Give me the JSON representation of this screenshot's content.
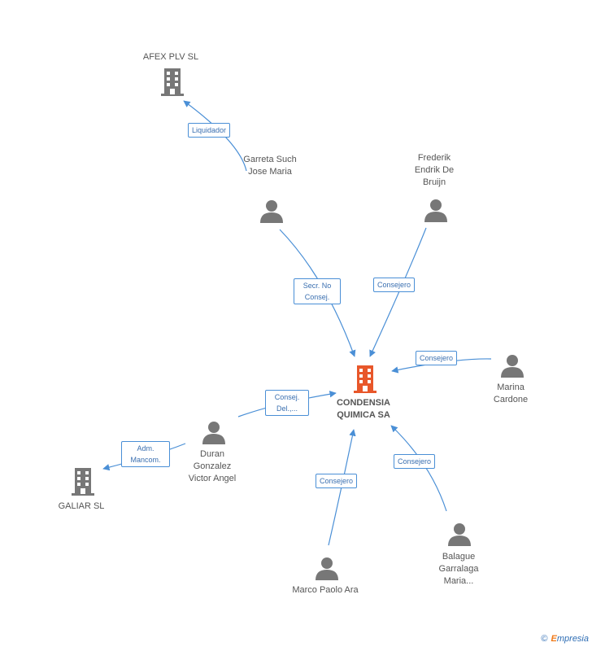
{
  "nodes": {
    "center": {
      "label": "CONDENSIA QUIMICA SA",
      "color": "#e8572a"
    },
    "afex": {
      "label": "AFEX PLV SL"
    },
    "galiar": {
      "label": "GALIAR SL"
    },
    "garreta": {
      "label": "Garreta Such Jose Maria"
    },
    "frederik": {
      "label": "Frederik Endrik De Bruijn"
    },
    "marina": {
      "label": "Marina Cardone"
    },
    "duran": {
      "label": "Duran Gonzalez Victor Angel"
    },
    "marco": {
      "label": "Marco Paolo Ara"
    },
    "balague": {
      "label": "Balague Garralaga Maria..."
    }
  },
  "edges": {
    "liquidador": "Liquidador",
    "secr": "Secr. No Consej.",
    "consejero_frederik": "Consejero",
    "consejero_marina": "Consejero",
    "consej_del": "Consej. Del.,...",
    "adm_mancom": "Adm. Mancom.",
    "consejero_marco": "Consejero",
    "consejero_balague": "Consejero"
  },
  "colors": {
    "edge": "#4a8fd6",
    "icon": "#777777"
  },
  "brand": {
    "copyright": "©",
    "name": "mpresia",
    "initial": "E"
  }
}
